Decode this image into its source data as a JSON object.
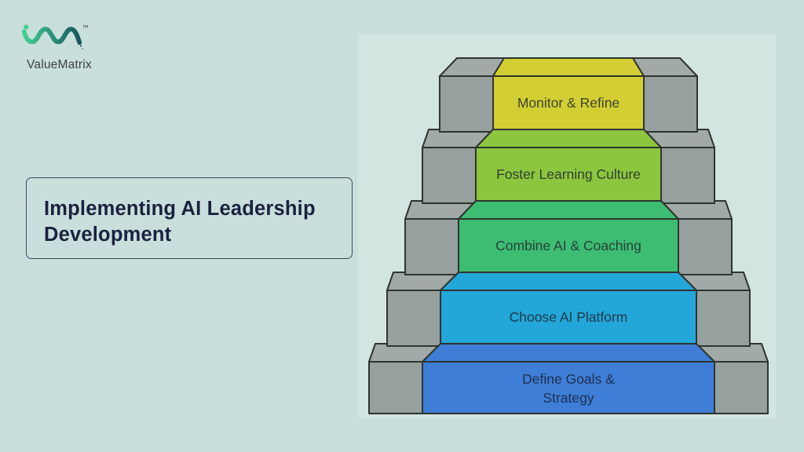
{
  "page": {
    "background": "#c9dfdb",
    "panel_background": "#d3e5e1"
  },
  "logo": {
    "brand": "ValueMatrix",
    "trademark_symbol": "™",
    "gradient_start": "#42d092",
    "gradient_end": "#17565f",
    "dot_color": "#3fd18e"
  },
  "title": {
    "text": "Implementing AI Leadership Development",
    "lines": [
      "Implementing AI Leadership",
      "Development"
    ],
    "color": "#1b2140",
    "border_color": "#3a4a63"
  },
  "staircase": {
    "description": "Five ascending steps, bottom to top",
    "outline_color": "#2e342f",
    "side_front_color": "#96a09e",
    "side_top_color": "#a2aaa8",
    "steps_top_to_bottom": [
      {
        "label": "Monitor & Refine",
        "color": "#d3ce33",
        "label_color": "#3c4530"
      },
      {
        "label": "Foster Learning Culture",
        "color": "#8cc63f",
        "label_color": "#2f4030"
      },
      {
        "label": "Combine AI & Coaching",
        "color": "#3cbd72",
        "label_color": "#27413a"
      },
      {
        "label": "Choose AI Platform",
        "color": "#23a7d9",
        "label_color": "#1d3a4a"
      },
      {
        "label": "Define Goals & Strategy",
        "color": "#3e7ed6",
        "label_color": "#1e3050",
        "label_lines": [
          "Define Goals &",
          "Strategy"
        ]
      }
    ]
  }
}
